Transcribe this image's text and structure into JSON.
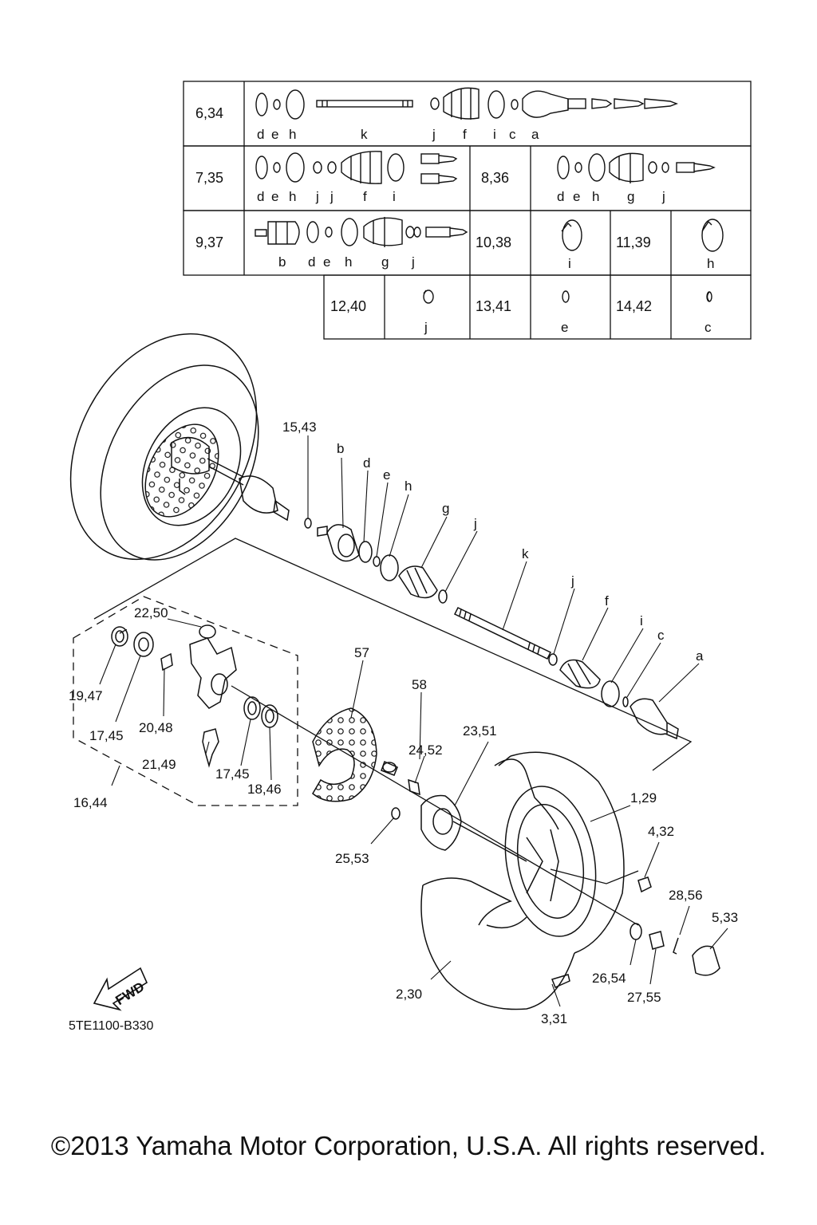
{
  "table": {
    "rows": [
      {
        "code": "6,34",
        "letters": [
          "d",
          "e",
          "h",
          "k",
          "j",
          "f",
          "i",
          "c",
          "a"
        ]
      },
      {
        "code": "7,35",
        "letters": [
          "d",
          "e",
          "h",
          "j",
          "j",
          "f",
          "i"
        ]
      },
      {
        "code": "8,36",
        "letters": [
          "d",
          "e",
          "h",
          "g",
          "j"
        ]
      },
      {
        "code": "9,37",
        "letters": [
          "b",
          "d",
          "e",
          "h",
          "g",
          "j"
        ]
      },
      {
        "code": "10,38",
        "letters": [
          "i"
        ]
      },
      {
        "code": "11,39",
        "letters": [
          "h"
        ]
      },
      {
        "code": "12,40",
        "letters": [
          "j"
        ]
      },
      {
        "code": "13,41",
        "letters": [
          "e"
        ]
      },
      {
        "code": "14,42",
        "letters": [
          "c"
        ]
      }
    ]
  },
  "callouts": {
    "c15_43": "15,43",
    "b": "b",
    "d": "d",
    "e": "e",
    "h": "h",
    "g": "g",
    "j1": "j",
    "k": "k",
    "j2": "j",
    "f": "f",
    "i": "i",
    "c": "c",
    "a": "a",
    "c22_50": "22,50",
    "c19_47": "19,47",
    "c17_45a": "17,45",
    "c20_48": "20,48",
    "c21_49": "21,49",
    "c17_45b": "17,45",
    "c18_46": "18,46",
    "c16_44": "16,44",
    "c57": "57",
    "c58": "58",
    "c24_52": "24,52",
    "c23_51": "23,51",
    "c25_53": "25,53",
    "c1_29": "1,29",
    "c4_32": "4,32",
    "c28_56": "28,56",
    "c5_33": "5,33",
    "c26_54": "26,54",
    "c27_55": "27,55",
    "c2_30": "2,30",
    "c3_31": "3,31"
  },
  "fwd_label": "FWD",
  "diagram_code": "5TE1100-B330",
  "copyright": "©2013 Yamaha Motor Corporation, U.S.A. All rights reserved."
}
